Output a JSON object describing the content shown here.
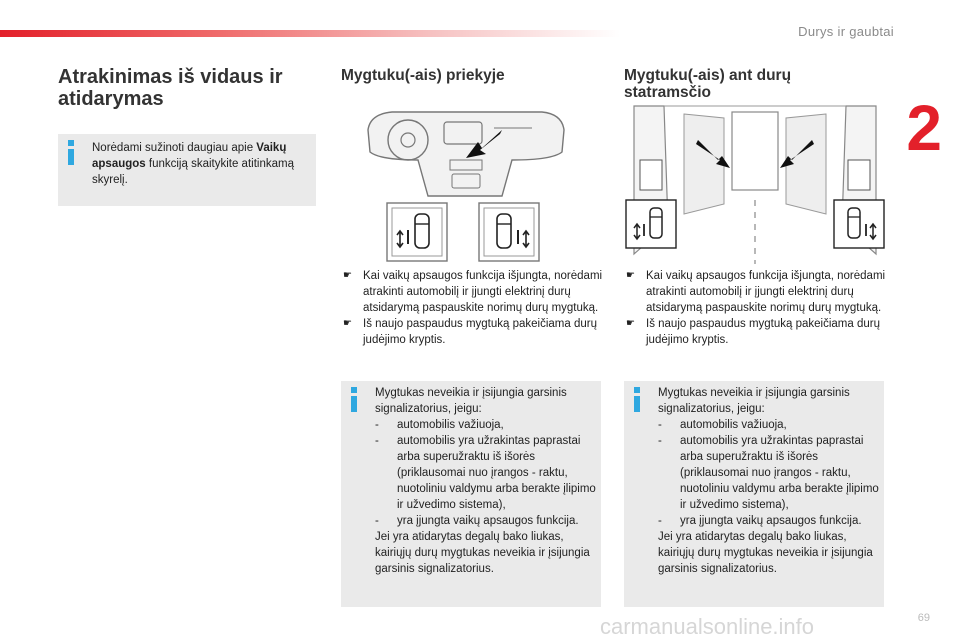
{
  "header": {
    "section_title": "Durys ir gaubtai",
    "chapter_number": "2"
  },
  "col1": {
    "title_line1": "Atrakinimas iš vidaus ir",
    "title_line2": "atidarymas",
    "info": {
      "part1": "Norėdami sužinoti daugiau apie ",
      "bold": "Vaikų apsaugos",
      "part2": " funkciją skaitykite atitinkamą skyrelį."
    }
  },
  "col2": {
    "title": "Mygtuku(-ais) priekyje",
    "bullets": [
      "Kai vaikų apsaugos funkcija išjungta, norėdami atrakinti automobilį ir įjungti elektrinį durų atsidarymą paspauskite norimų durų mygtuką.",
      "Iš naujo paspaudus mygtuką pakeičiama durų judėjimo kryptis."
    ]
  },
  "col3": {
    "title_line1": "Mygtuku(-ais) ant durų",
    "title_line2": "statramsčio",
    "bullets": [
      "Kai vaikų apsaugos funkcija išjungta, norėdami atrakinti automobilį ir įjungti elektrinį durų atsidarymą paspauskite norimų durų mygtuką.",
      "Iš naujo paspaudus mygtuką pakeičiama durų judėjimo kryptis."
    ]
  },
  "info_box": {
    "intro": "Mygtukas neveikia ir įsijungia garsinis signalizatorius, jeigu:",
    "items": [
      "automobilis važiuoja,",
      "automobilis yra užrakintas paprastai arba superužraktu iš išorės (priklausomai nuo įrangos - raktu, nuotoliniu valdymu arba berakte įlipimo ir užvedimo sistema),",
      "yra įjungta vaikų apsaugos funkcija."
    ],
    "outro": "Jei yra atidarytas degalų bako liukas, kairiųjų durų mygtukas neveikia ir įsijungia garsinis signalizatorius."
  },
  "footer": {
    "watermark": "carmanualsonline.info",
    "page": "69"
  },
  "colors": {
    "accent": "#e3202a",
    "info_icon": "#2fa8e0",
    "note_bg": "#eaeaea"
  }
}
